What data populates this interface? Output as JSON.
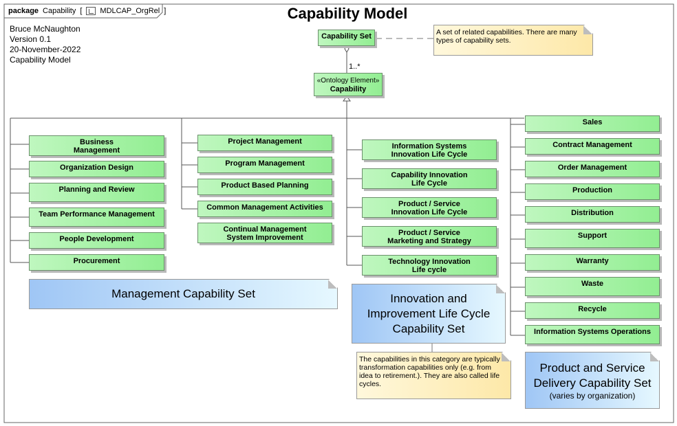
{
  "frame": {
    "keyword": "package",
    "name": "Capability",
    "bracket_open": "[",
    "diagram_name": "MDLCAP_OrgRel",
    "bracket_close": "]"
  },
  "title": "Capability Model",
  "meta": {
    "author": "Bruce McNaughton",
    "version": "Version 0.1",
    "date": "20-November-2022",
    "model": "Capability Model"
  },
  "capability_set": "Capability Set",
  "capability": {
    "stereotype": "«Ontology Element»",
    "name": "Capability"
  },
  "multiplicity": "1..*",
  "top_note": "A set of related capabilities.  There are many types of capability sets.",
  "management": {
    "col1": [
      "Business\nManagement",
      "Organization Design",
      "Planning and Review",
      "Team Performance Management",
      "People Development",
      "Procurement"
    ],
    "col2": [
      "Project Management",
      "Program Management",
      "Product Based Planning",
      "Common Management Activities",
      "Continual Management\nSystem Improvement"
    ],
    "set_label": "Management Capability Set"
  },
  "innovation": {
    "items": [
      "Information Systems\nInnovation Life Cycle",
      "Capability Innovation\nLife Cycle",
      "Product / Service\nInnovation Life Cycle",
      "Product / Service\nMarketing and Strategy",
      "Technology Innovation\nLife cycle"
    ],
    "set_label": "Innovation and\nImprovement Life Cycle\nCapability Set",
    "note": "The capabilities in this category are typically transformation capabilities only (e.g. from idea to retirement.).  They are also called life cycles."
  },
  "delivery": {
    "items": [
      "Sales",
      "Contract Management",
      "Order Management",
      "Production",
      "Distribution",
      "Support",
      "Warranty",
      "Waste",
      "Recycle",
      "Information Systems Operations"
    ],
    "set_label": "Product and Service\nDelivery Capability Set",
    "set_sub": "(varies by organization)"
  },
  "colors": {
    "capability_fill": "#92ee92",
    "note_yellow": "#fde8a8",
    "note_blue": "#9fc6f5"
  }
}
